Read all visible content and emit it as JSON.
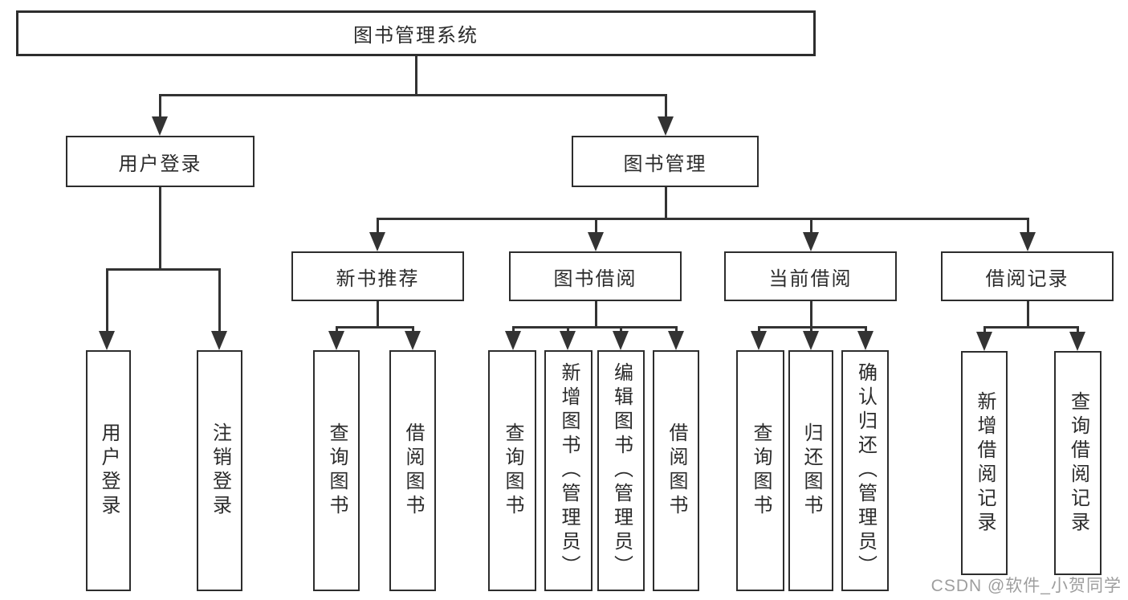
{
  "diagram_type": "hierarchy-tree",
  "tree": {
    "label": "图书管理系统",
    "children": [
      {
        "label": "用户登录",
        "children": [
          {
            "label": "用户登录"
          },
          {
            "label": "注销登录"
          }
        ]
      },
      {
        "label": "图书管理",
        "children": [
          {
            "label": "新书推荐",
            "children": [
              {
                "label": "查询图书"
              },
              {
                "label": "借阅图书"
              }
            ]
          },
          {
            "label": "图书借阅",
            "children": [
              {
                "label": "查询图书"
              },
              {
                "label": "新增图书（管理员）"
              },
              {
                "label": "编辑图书（管理员）"
              },
              {
                "label": "借阅图书"
              }
            ]
          },
          {
            "label": "当前借阅",
            "children": [
              {
                "label": "查询图书"
              },
              {
                "label": "归还图书"
              },
              {
                "label": "确认归还（管理员）"
              }
            ]
          },
          {
            "label": "借阅记录",
            "children": [
              {
                "label": "新增借阅记录"
              },
              {
                "label": "查询借阅记录"
              }
            ]
          }
        ]
      }
    ]
  },
  "watermark": {
    "text": "CSDN @软件_小贺同学"
  },
  "colors": {
    "line": "#333333",
    "border": "#2d2d2d",
    "text": "#2b2b2b",
    "watermark": "#9e9e9e",
    "background": "#ffffff"
  }
}
